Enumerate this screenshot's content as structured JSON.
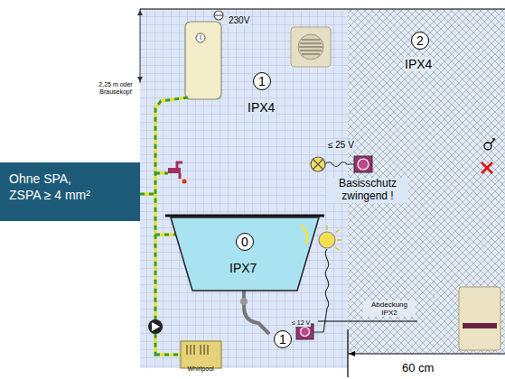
{
  "diagram": {
    "nodes": [
      {
        "text": [
          "1",
          "IPX4"
        ]
      },
      {
        "text": [
          "0",
          "IPX7"
        ],
        "in": 0
      },
      {
        "text": [
          "2",
          "IPX4"
        ]
      },
      {
        "text": [
          "Ohne SPA, ZSPA ≥ 4 mm²"
        ]
      }
    ],
    "labels": [
      "230V",
      "2,25 m oder Brausekopf",
      "≤ 25 V",
      "Basisschutz zwingend !",
      "1",
      "≤ 12 V",
      "Abdeckung IPX2",
      "Whirlpool",
      "60 cm"
    ]
  }
}
